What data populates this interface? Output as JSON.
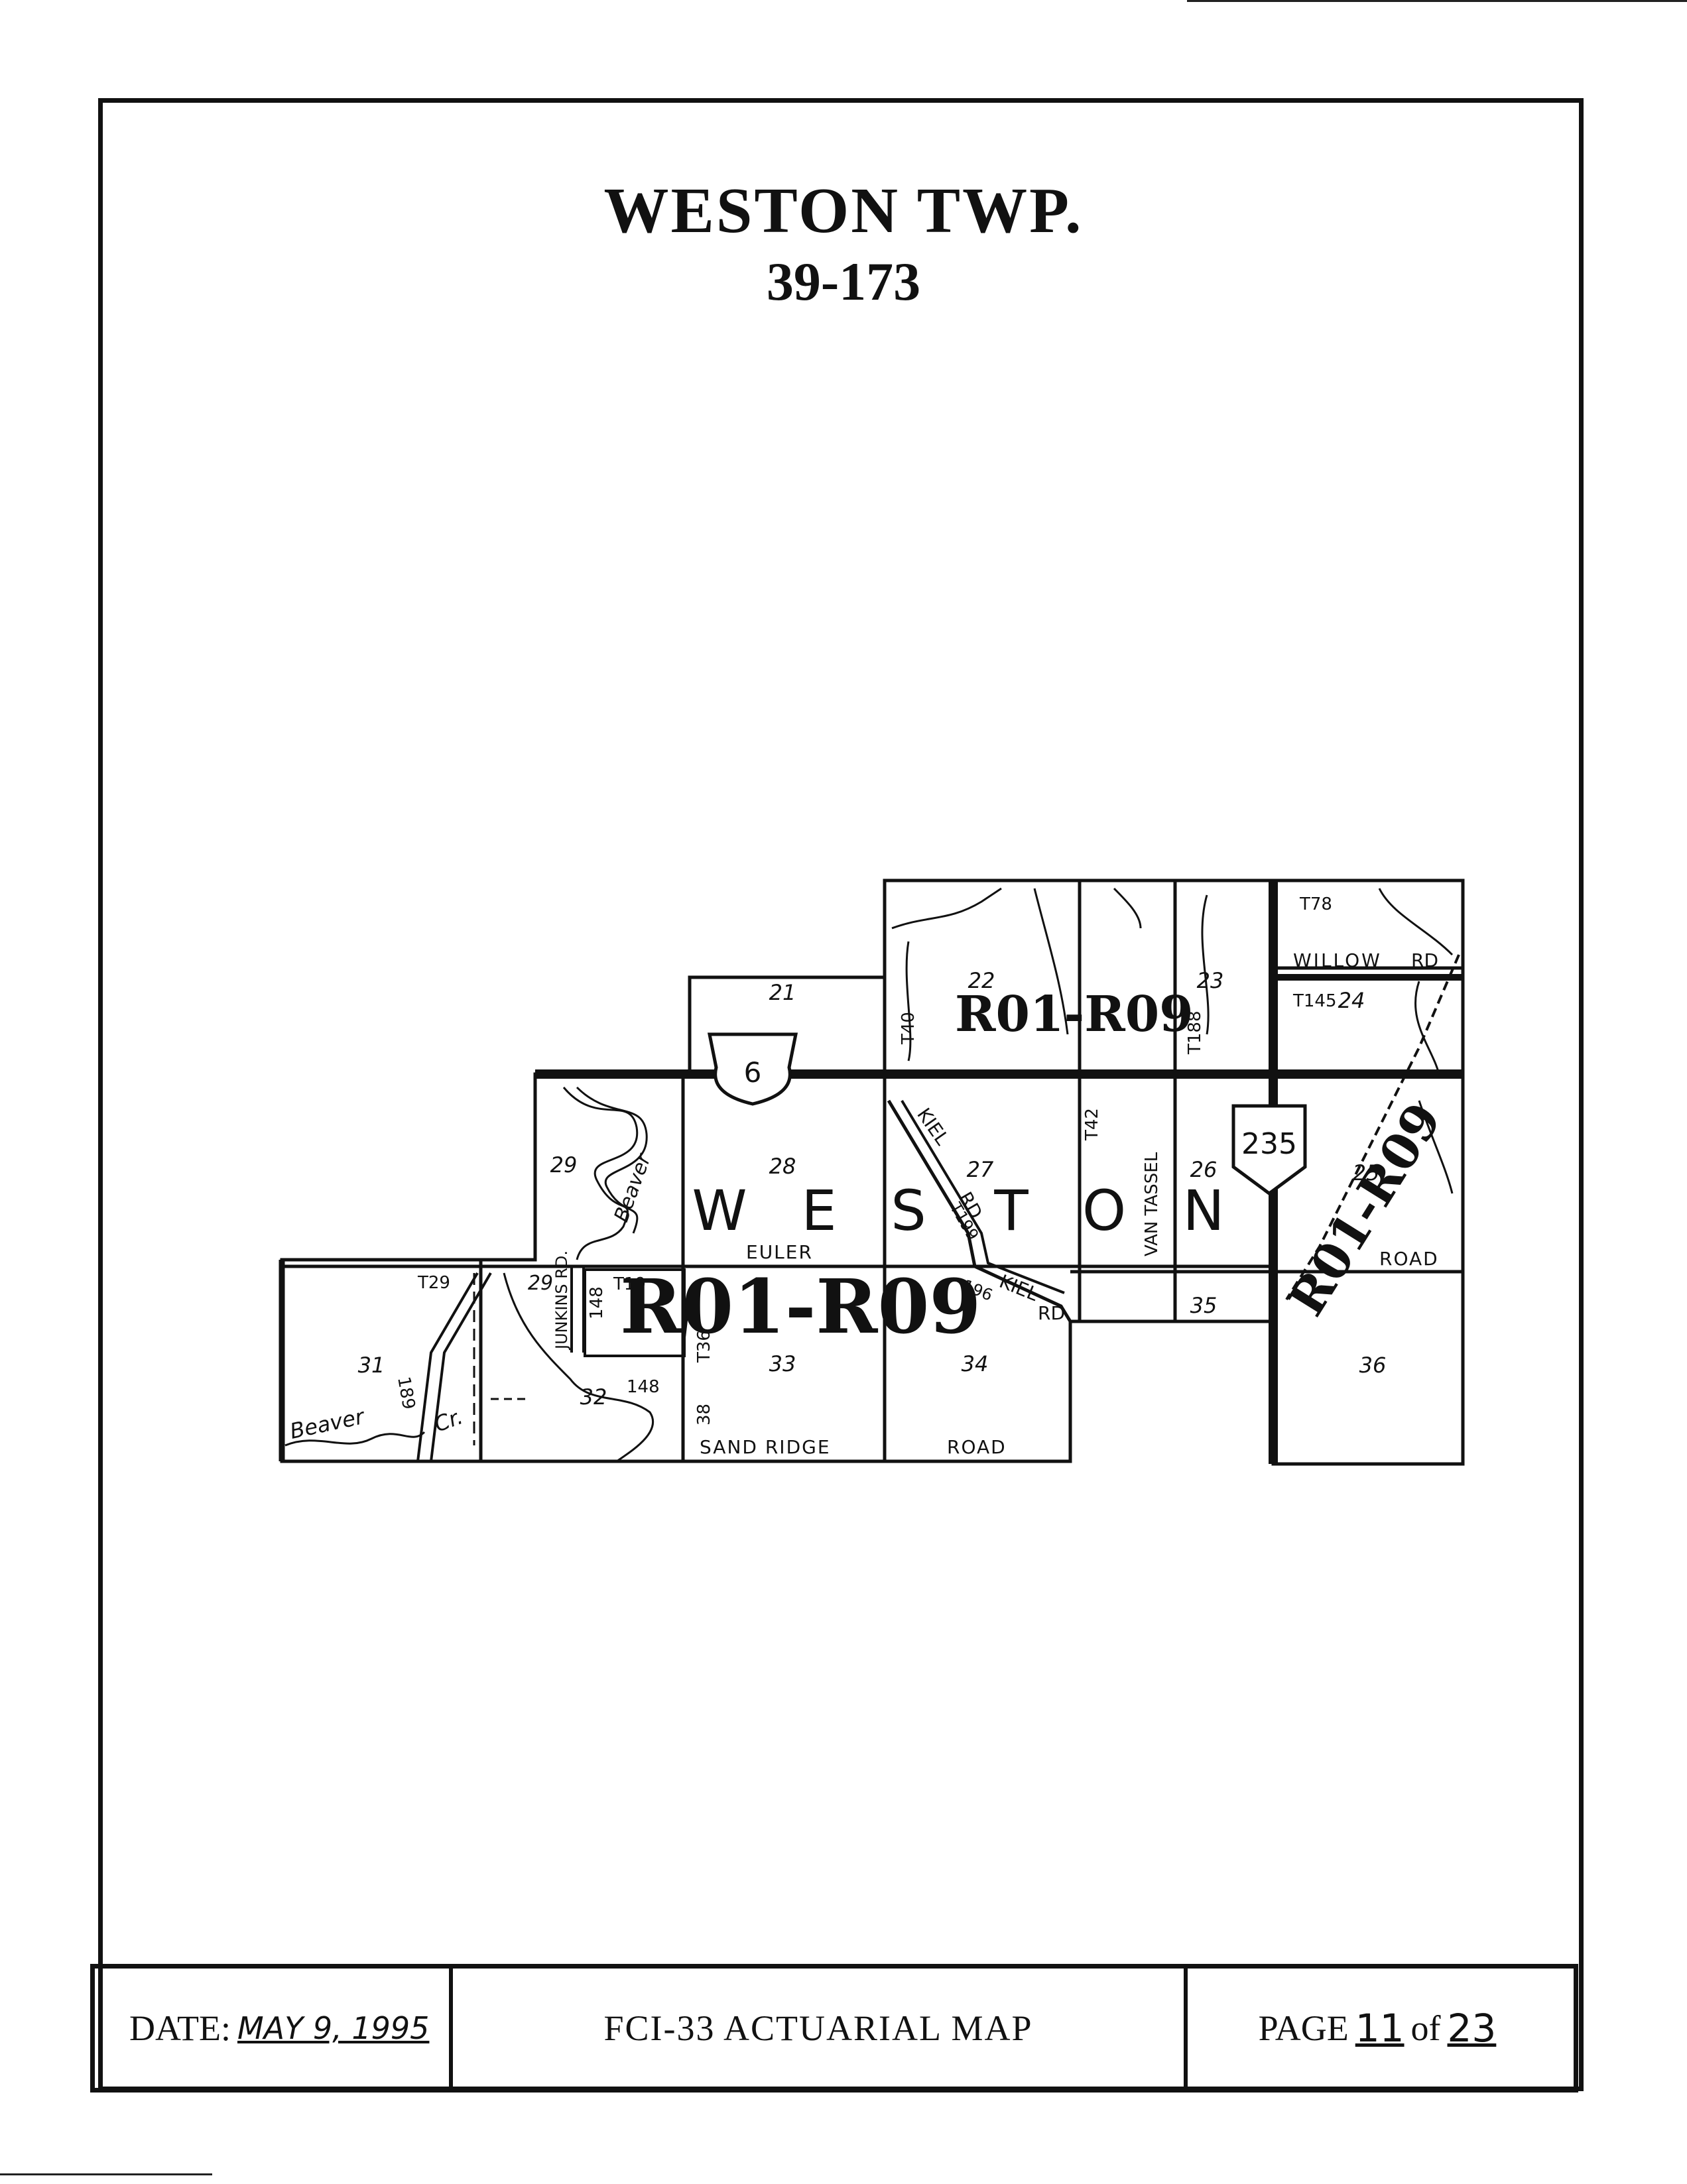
{
  "header": {
    "title": "WESTON TWP.",
    "subtitle": "39-173"
  },
  "map": {
    "sections": [
      "21",
      "22",
      "23",
      "24",
      "25",
      "26",
      "27",
      "28",
      "29",
      "29",
      "31",
      "32",
      "33",
      "34",
      "35",
      "36"
    ],
    "township_letters": [
      "W",
      "E",
      "S",
      "T",
      "O",
      "N"
    ],
    "route_shields": [
      "6",
      "235"
    ],
    "road_labels": {
      "willow": "WILLOW",
      "willow_rd": "RD",
      "euler": "EULER",
      "sand_ridge": "SAND RIDGE",
      "sand_ridge_road": "ROAD",
      "kiel": "KIEL",
      "kiel_rd": "RD",
      "kiel2": "KIEL",
      "kiel2_rd": "RD.",
      "van_tassel": "VAN TASSEL",
      "junkins": "JUNKINS RD.",
      "east_road": "ROAD"
    },
    "route_numbers": {
      "t78": "T78",
      "t145": "T145",
      "t40": "T40",
      "t188": "T188",
      "t42": "T42",
      "t29": "T29",
      "t199": "T199",
      "t196": "196",
      "t19": "T19",
      "t148a": "148",
      "t148b": "148",
      "t38": "38",
      "t36": "T36",
      "t189": "189"
    },
    "water_labels": {
      "beaver_north": "Beaver",
      "beaver_south": "Beaver",
      "creek": "Cr."
    },
    "zone_stamps": [
      "R01-R09",
      "R01-R09",
      "R01-R09"
    ]
  },
  "footer": {
    "date_label": "DATE:",
    "date_value": "MAY 9, 1995",
    "map_title": "FCI-33 ACTUARIAL MAP",
    "page_label": "PAGE",
    "page_number": "11",
    "of_label": "of",
    "page_total": "23"
  }
}
